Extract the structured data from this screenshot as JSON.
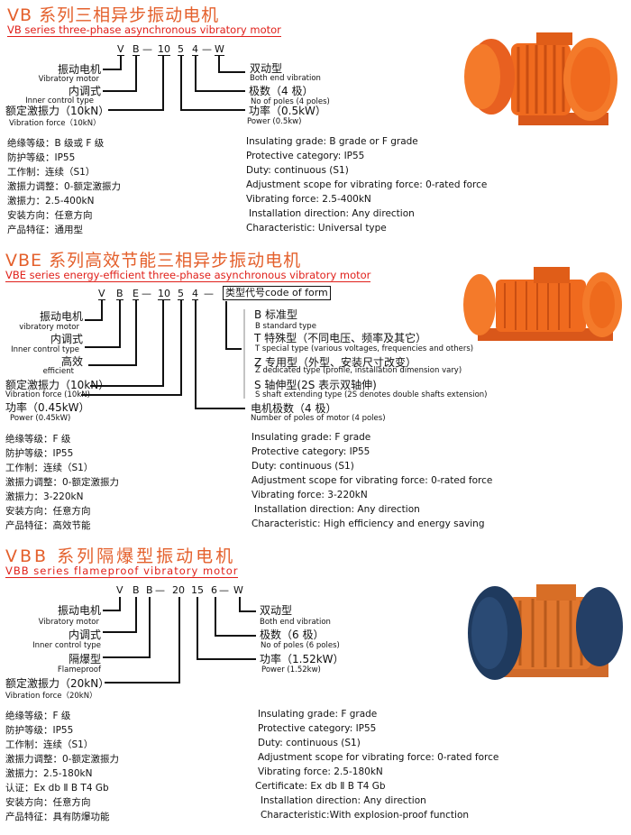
{
  "sections": [
    {
      "title": "VB 系列三相异步振动电机",
      "subtitle": "VB series three-phase asynchronous vibratory motor",
      "code": [
        "V",
        "B",
        "—",
        "10",
        "5",
        "4",
        "—",
        "W"
      ],
      "left": [
        [
          "振动电机",
          "Vibratory motor"
        ],
        [
          "内调式",
          "Inner control type"
        ],
        [
          "额定激振力（10kN）",
          "Vibration force（10kN）"
        ]
      ],
      "right": [
        [
          "双动型",
          "Both end vibration"
        ],
        [
          "极数（4 极）",
          "No of poles (4 poles)"
        ],
        [
          "功率（0.5kW）",
          "Power (0.5kw)"
        ]
      ],
      "specs_cn": [
        "绝缘等级：B 级或 F 级",
        "防护等级：IP55",
        "工作制：连续（S1）",
        "激振力调整：0-额定激振力",
        "激振力：2.5-400kN",
        "安装方向：任意方向",
        "产品特征：通用型"
      ],
      "specs_en": [
        "Insulating grade: B grade or F grade",
        "Protective category: IP55",
        "Duty: continuous (S1)",
        "Adjustment scope for vibrating force: 0-rated force",
        "Vibrating force: 2.5-400kN",
        "Installation direction: Any direction",
        "Characteristic: Universal type"
      ]
    },
    {
      "title": "VBE 系列高效节能三相异步振动电机",
      "subtitle": "VBE series energy-efficient three-phase asynchronous vibratory motor",
      "code": [
        "V",
        "B",
        "E",
        "—",
        "10",
        "5",
        "4",
        "—"
      ],
      "form_box": "类型代号code of form",
      "left": [
        [
          "振动电机",
          "vibratory motor"
        ],
        [
          "内调式",
          "Inner control type"
        ],
        [
          "高效",
          "efficient"
        ],
        [
          "额定激振力（10kN）",
          "Vibration force (10kN)"
        ],
        [
          "功率（0.45kW）",
          "Power (0.45kW)"
        ]
      ],
      "types": [
        [
          "B  标准型",
          "B    standard type"
        ],
        [
          "T  特殊型（不同电压、频率及其它）",
          "T    special type (various voltages, frequencies and others)"
        ],
        [
          "Z  专用型（外型、安装尺寸改变）",
          "Z    dedicated type (profile, installation dimension vary)"
        ],
        [
          "S  轴伸型(2S 表示双轴伸)",
          "S    shaft extending type (2S denotes double shafts extension)"
        ]
      ],
      "poles": [
        "电机极数（4 极）",
        "Number of poles of motor (4 poles)"
      ],
      "specs_cn": [
        "绝缘等级：F 级",
        "防护等级：IP55",
        "工作制：连续（S1）",
        "激振力调整：0-额定激振力",
        "激振力：3-220kN",
        "安装方向：任意方向",
        "产品特征：高效节能"
      ],
      "specs_en": [
        "Insulating grade: F grade",
        "Protective category: IP55",
        "Duty: continuous (S1)",
        "Adjustment scope for vibrating force: 0-rated force",
        "Vibrating force: 3-220kN",
        "Installation direction: Any direction",
        "Characteristic: High efficiency and energy saving"
      ]
    },
    {
      "title": "VBB 系列隔爆型振动电机",
      "subtitle": "VBB series flameproof vibratory motor",
      "code": [
        "V",
        "B",
        "B",
        "—",
        "20",
        "15",
        "6",
        "—",
        "W"
      ],
      "left": [
        [
          "振动电机",
          "Vibratory motor"
        ],
        [
          "内调式",
          "Inner control type"
        ],
        [
          "隔爆型",
          "Flameproof"
        ],
        [
          "额定激振力（20kN）",
          "Vibration force（20kN）"
        ]
      ],
      "right": [
        [
          "双动型",
          "Both end vibration"
        ],
        [
          "极数（6 极）",
          "No of poles (6 poles)"
        ],
        [
          "功率（1.52kW）",
          "Power (1.52kw)"
        ]
      ],
      "specs_cn": [
        "绝缘等级：F 级",
        "防护等级：IP55",
        "工作制：连续（S1）",
        "激振力调整：0-额定激振力",
        "激振力：2.5-180kN",
        "认证：Ex db  Ⅱ B T4 Gb",
        "安装方向：任意方向",
        "产品特征：具有防爆功能"
      ],
      "specs_en": [
        "Insulating grade: F grade",
        "Protective category: IP55",
        "Duty: continuous (S1)",
        "Adjustment scope for vibrating force: 0-rated force",
        "Vibrating force: 2.5-180kN",
        "Certificate: Ex db  Ⅱ B T4 Gb",
        "Installation direction: Any direction",
        "Characteristic:With explosion-proof function"
      ]
    }
  ],
  "colors": {
    "title": "#e4602c",
    "subtitle": "#e0201a",
    "motor_orange": "#f06a1e",
    "motor_blue": "#1f3a5e"
  }
}
